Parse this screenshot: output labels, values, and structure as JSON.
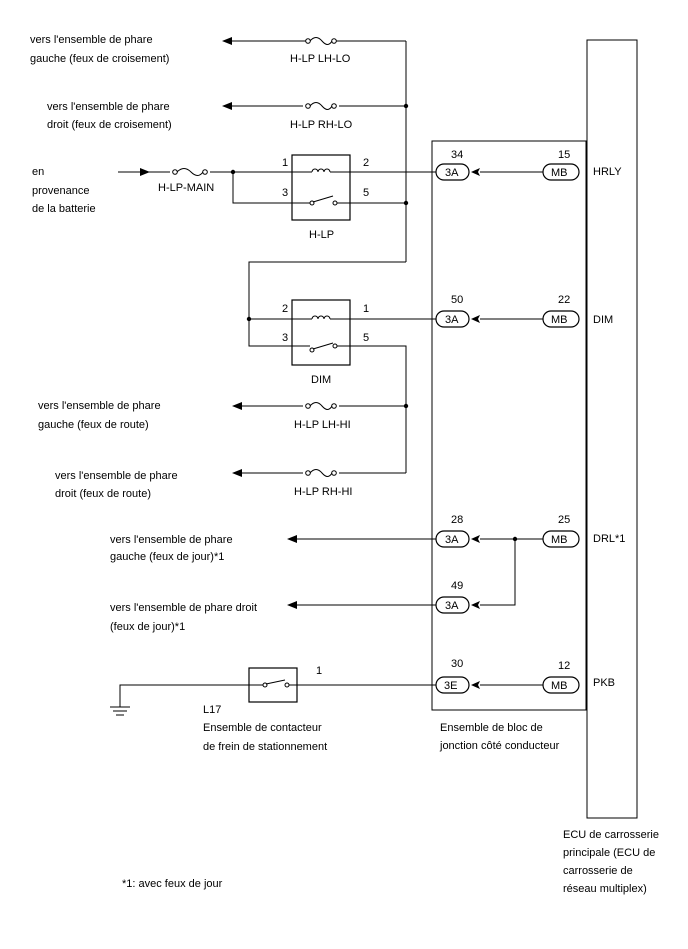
{
  "destinations": {
    "lh_lo_1": "vers l'ensemble de phare",
    "lh_lo_2": "gauche (feux de croisement)",
    "rh_lo_1": "vers l'ensemble de phare",
    "rh_lo_2": "droit (feux de croisement)",
    "battery_1": "en",
    "battery_2": "provenance",
    "battery_3": "de la batterie",
    "lh_hi_1": "vers l'ensemble de phare",
    "lh_hi_2": "gauche (feux de route)",
    "rh_hi_1": "vers l'ensemble de phare",
    "rh_hi_2": "droit (feux de route)",
    "lh_drl_1": "vers l'ensemble de phare",
    "lh_drl_2": "gauche (feux de jour)*1",
    "rh_drl_1": "vers l'ensemble de phare droit",
    "rh_drl_2": "(feux de jour)*1"
  },
  "fuses": {
    "lh_lo": "H-LP LH-LO",
    "rh_lo": "H-LP RH-LO",
    "main": "H-LP-MAIN",
    "lh_hi": "H-LP LH-HI",
    "rh_hi": "H-LP RH-HI"
  },
  "relays": {
    "hlp": {
      "name": "H-LP",
      "pin1": "1",
      "pin2": "2",
      "pin3": "3",
      "pin5": "5"
    },
    "dim": {
      "name": "DIM",
      "pin1": "1",
      "pin2": "2",
      "pin3": "3",
      "pin5": "5"
    }
  },
  "switch": {
    "code": "L17",
    "line1": "Ensemble de contacteur",
    "line2": "de frein de stationnement",
    "pin": "1"
  },
  "junction_block": {
    "label1": "Ensemble de bloc de",
    "label2": "jonction côté conducteur",
    "connectors": [
      {
        "pin": "34",
        "conn": "3A"
      },
      {
        "pin": "50",
        "conn": "3A"
      },
      {
        "pin": "28",
        "conn": "3A"
      },
      {
        "pin": "49",
        "conn": "3A"
      },
      {
        "pin": "30",
        "conn": "3E"
      }
    ]
  },
  "ecu": {
    "label1": "ECU de carrosserie",
    "label2": "principale (ECU de",
    "label3": "carrosserie de",
    "label4": "réseau multiplex)",
    "connectors": [
      {
        "pin": "15",
        "conn": "MB",
        "signal": "HRLY"
      },
      {
        "pin": "22",
        "conn": "MB",
        "signal": "DIM"
      },
      {
        "pin": "25",
        "conn": "MB",
        "signal": "DRL*1"
      },
      {
        "pin": "12",
        "conn": "MB",
        "signal": "PKB"
      }
    ]
  },
  "footnote": "*1: avec feux de jour"
}
